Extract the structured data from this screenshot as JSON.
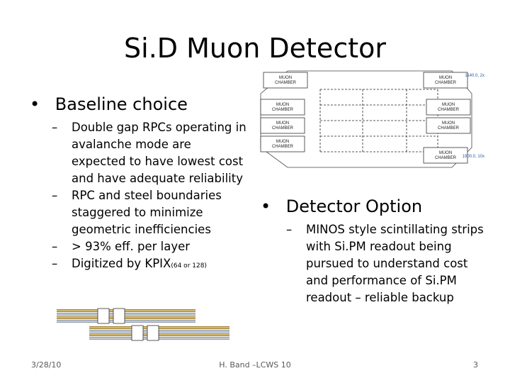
{
  "slide": {
    "title": "Si.D Muon Detector",
    "left": {
      "bullet": "Baseline choice",
      "subbullets": [
        "Double gap RPCs operating in avalanche mode are expected to have lowest cost and have adequate reliability",
        "RPC and steel boundaries staggered to minimize geometric inefficiencies",
        "> 93% eff. per layer"
      ],
      "last_subbullet_text": "Digitized by KPIX",
      "last_subbullet_sub": "(64 or 128)"
    },
    "right": {
      "bullet": "Detector Option",
      "subbullet": "MINOS style scintillating strips with Si.PM readout being pursued to understand cost and performance of Si.PM readout – reliable backup"
    },
    "footer": {
      "date": "3/28/10",
      "center": "H. Band –LCWS 10",
      "page": "3"
    },
    "dash": "–",
    "bullet_glyph": "•"
  },
  "diagram": {
    "chamber_label_1": "MUON",
    "chamber_label_2": "CHAMBER",
    "coord_top": "1140.0, 2x",
    "coord_bottom": "1900.0, 10x"
  }
}
